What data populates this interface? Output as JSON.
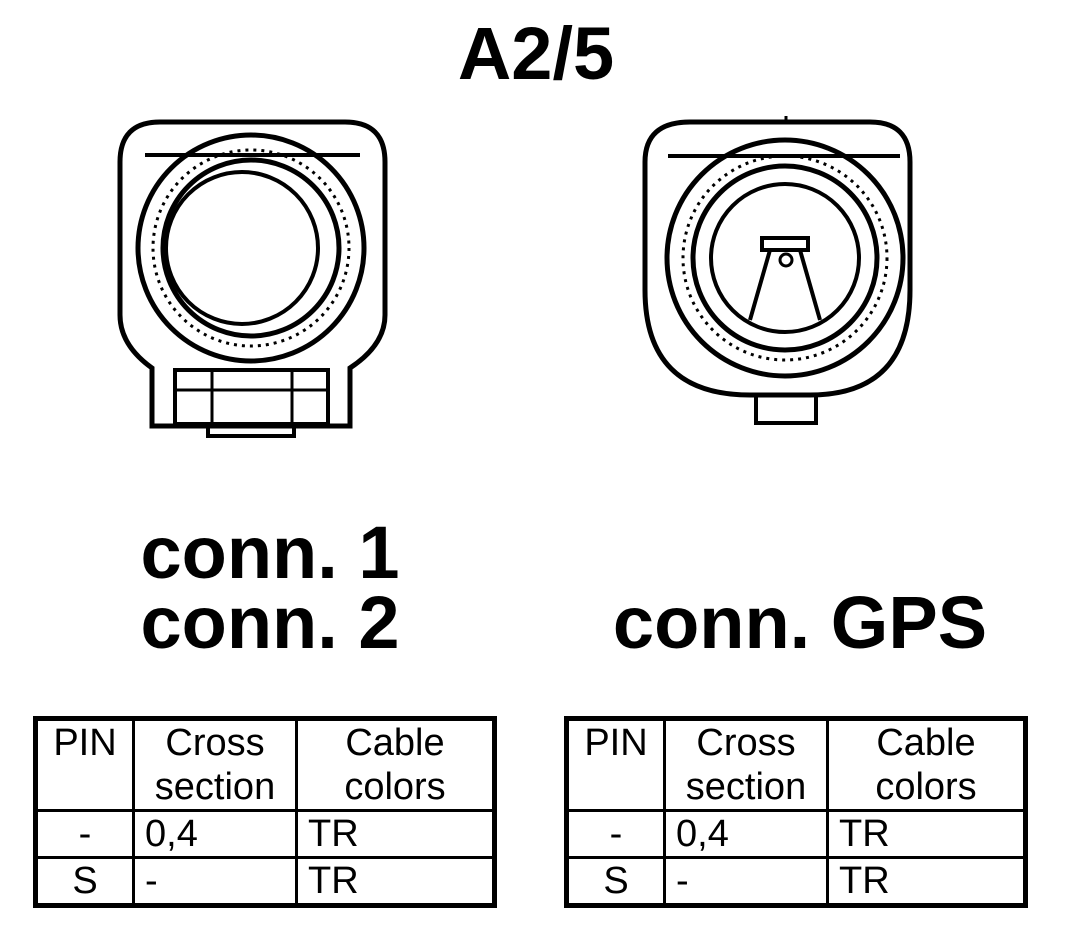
{
  "title": "A2/5",
  "connectors": {
    "left": {
      "labels": [
        "conn. 1",
        "conn. 2"
      ]
    },
    "right": {
      "labels": [
        "conn. GPS"
      ]
    }
  },
  "tables": [
    {
      "headers": [
        "PIN",
        "Cross section",
        "Cable colors"
      ],
      "rows": [
        [
          "-",
          "0,4",
          "TR"
        ],
        [
          "S",
          "-",
          "TR"
        ]
      ]
    },
    {
      "headers": [
        "PIN",
        "Cross section",
        "Cable colors"
      ],
      "rows": [
        [
          "-",
          "0,4",
          "TR"
        ],
        [
          "S",
          "-",
          "TR"
        ]
      ]
    }
  ]
}
